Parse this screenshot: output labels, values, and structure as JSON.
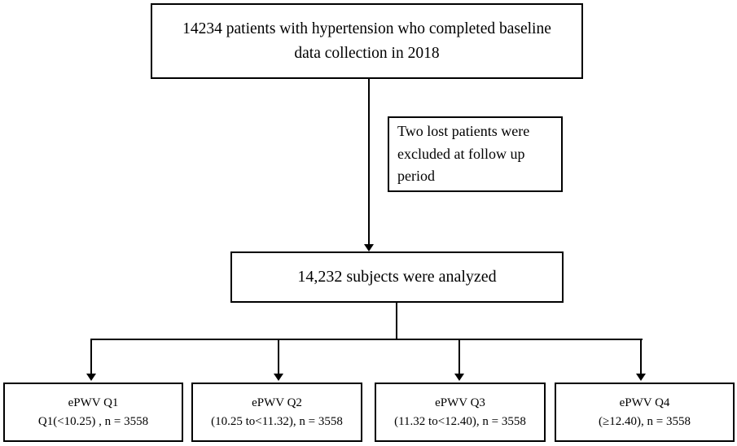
{
  "flowchart": {
    "top_box": {
      "text": "14234 patients with hypertension who completed baseline data collection in 2018"
    },
    "exclusion_box": {
      "text": "Two lost patients were excluded at follow up period"
    },
    "analyzed_box": {
      "text": "14,232 subjects were analyzed"
    },
    "quartile_boxes": [
      {
        "line1": "ePWV Q1",
        "line2": "Q1(<10.25) , n = 3558"
      },
      {
        "line1": "ePWV Q2",
        "line2": "(10.25 to<11.32), n = 3558"
      },
      {
        "line1": "ePWV Q3",
        "line2": "(11.32 to<12.40), n = 3558"
      },
      {
        "line1": "ePWV Q4",
        "line2": "(≥12.40), n = 3558"
      }
    ],
    "colors": {
      "line": "#000000",
      "background": "#ffffff",
      "text": "#000000"
    }
  }
}
